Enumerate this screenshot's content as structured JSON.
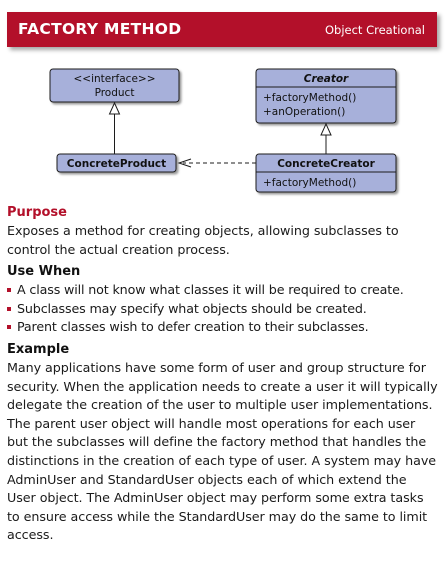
{
  "header": {
    "title": "FACTORY METHOD",
    "category": "Object Creational"
  },
  "diagram": {
    "product": {
      "stereotype": "<<interface>>",
      "name": "Product"
    },
    "creator": {
      "name": "Creator",
      "methods": [
        "+factoryMethod()",
        "+anOperation()"
      ]
    },
    "concrete_product": {
      "name": "ConcreteProduct"
    },
    "concrete_creator": {
      "name": "ConcreteCreator",
      "methods": [
        "+factoryMethod()"
      ]
    },
    "colors": {
      "box_fill": "#a7b0da",
      "box_stroke": "#1c1c1c",
      "shadow": "#6f6f6f"
    }
  },
  "purpose": {
    "heading": "Purpose",
    "text": "Exposes a method for creating objects, allowing subclasses to control the actual creation process."
  },
  "use_when": {
    "heading": "Use When",
    "items": [
      "A class will not know what classes it will be required to create.",
      "Subclasses may specify what objects should be created.",
      "Parent classes wish to defer creation to their subclasses."
    ]
  },
  "example": {
    "heading": "Example",
    "text": "Many applications have some form of user and group structure for security. When the application needs to create a user it will typically delegate the creation of the user to multiple user implementations. The parent user object will handle most operations for each user but the subclasses will define the factory method that handles the distinctions in the creation of each type of user. A system may have AdminUser and StandardUser objects each of which extend the User object. The AdminUser object may perform some extra tasks to ensure access while the StandardUser may do the same to limit access."
  },
  "accent_color": "#b3102a"
}
